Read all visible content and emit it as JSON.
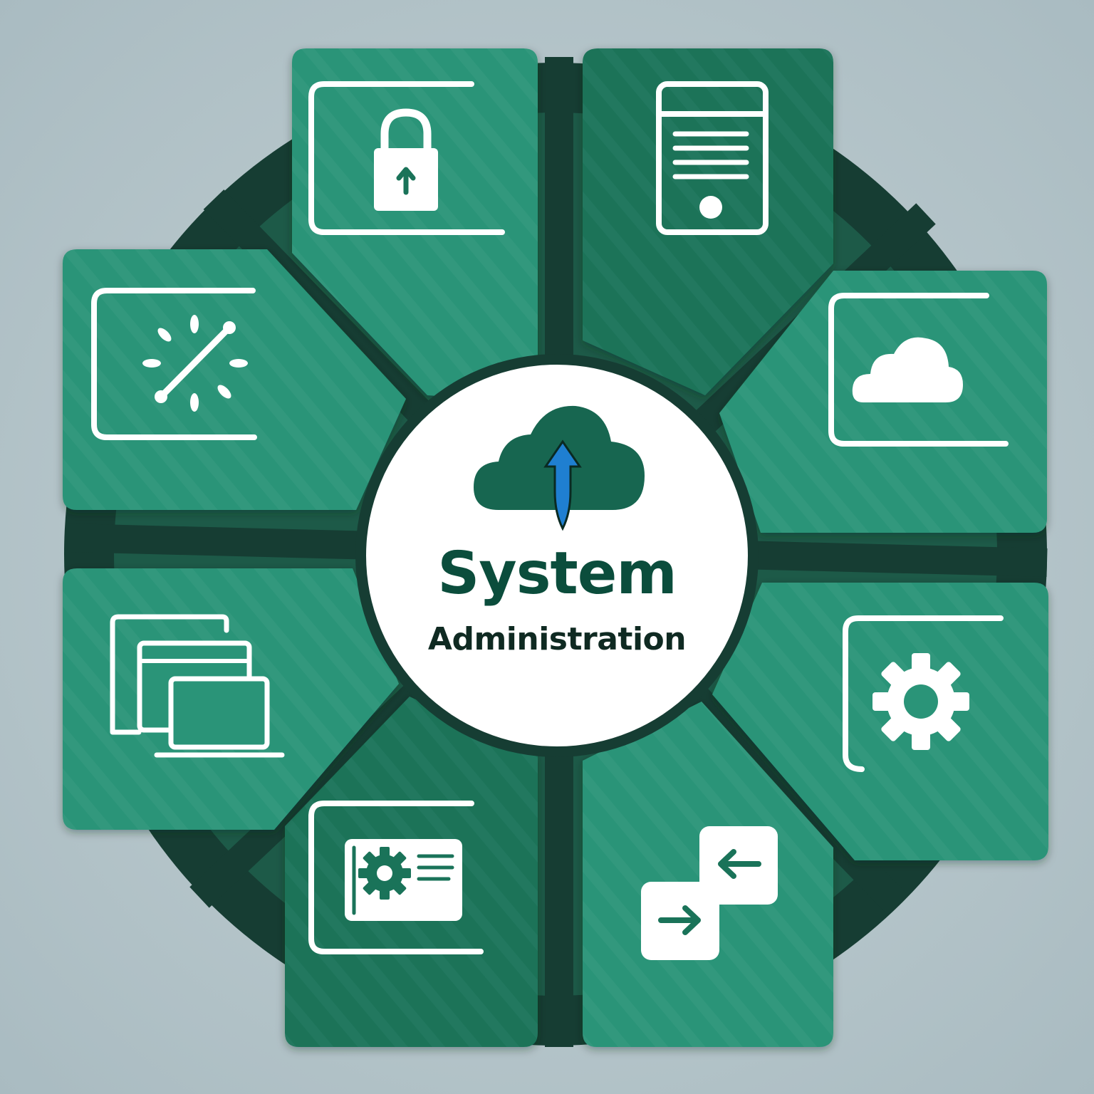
{
  "hub": {
    "title": "System",
    "subtitle": "Administration"
  },
  "colors": {
    "background": "#b4c4c9",
    "ring": "#163d33",
    "tile_light": "#2a9478",
    "tile_dark": "#1a7359",
    "hub_fill": "#ffffff",
    "title": "#0b4d3c",
    "subtitle": "#0f2a22",
    "cloud": "#176650",
    "arrow": "#1f7fd1"
  },
  "segments": [
    {
      "id": "security",
      "icon": "padlock-icon"
    },
    {
      "id": "server",
      "icon": "server-icon"
    },
    {
      "id": "cloud",
      "icon": "cloud-icon"
    },
    {
      "id": "settings",
      "icon": "gear-icon"
    },
    {
      "id": "transfer",
      "icon": "transfer-arrows-icon"
    },
    {
      "id": "configuration",
      "icon": "gear-card-icon"
    },
    {
      "id": "windows",
      "icon": "windows-icon"
    },
    {
      "id": "tools",
      "icon": "tools-icon"
    }
  ],
  "center_icon": "cloud-upload-icon"
}
